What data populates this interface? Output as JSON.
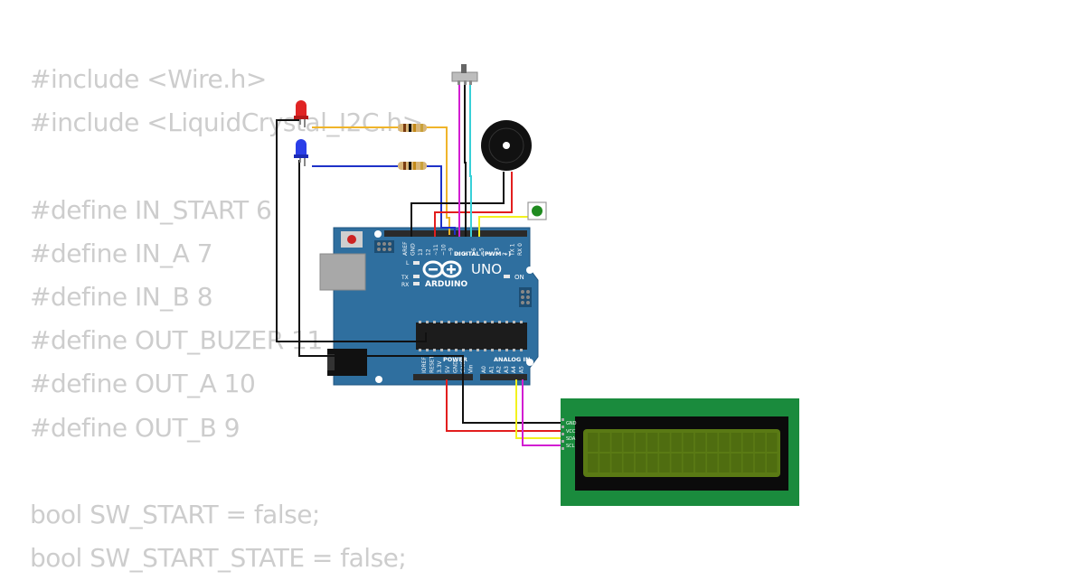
{
  "code_lines": [
    "#include <Wire.h>",
    "#include <LiquidCrystal_I2C.h>",
    "",
    "#define IN_START 6",
    "#define IN_A 7",
    "#define IN_B 8",
    "#define OUT_BUZER 11",
    "#define OUT_A 10",
    "#define OUT_B 9",
    "",
    "bool SW_START = false;",
    "bool SW_START_STATE = false;"
  ],
  "board": {
    "brand": "ARDUINO",
    "model": "UNO",
    "digital_label": "DIGITAL (PWM ~)",
    "power_label": "POWER",
    "analog_label": "ANALOG IN",
    "on_label": "ON",
    "l_label": "L",
    "tx_label": "TX",
    "rx_label": "RX",
    "top_pins": [
      "AREF",
      "GND",
      "13",
      "12",
      "~11",
      "~10",
      "~9",
      "8",
      "7",
      "~6",
      "~5",
      "4",
      "~3",
      "2",
      "TX 1",
      "RX 0"
    ],
    "power_pins": [
      "IOREF",
      "RESET",
      "3.3V",
      "5V",
      "GND",
      "GND",
      "Vin"
    ],
    "analog_pins": [
      "A0",
      "A1",
      "A2",
      "A3",
      "A4",
      "A5"
    ]
  },
  "lcd": {
    "pins": [
      "GND",
      "VCC",
      "SDA",
      "SCL"
    ]
  },
  "colors": {
    "board": "#2f6f9f",
    "lcd_pcb": "#1a8b3d",
    "lcd_screen": "#5a7a14",
    "wire_yellow": "#f0b42a",
    "wire_blue": "#1e32c8",
    "wire_red": "#e21e1e",
    "wire_black": "#111111",
    "wire_cyan": "#38d0d8",
    "wire_magenta": "#d21ed2",
    "wire_lemon": "#f2f21e"
  },
  "icons": [
    "red-led-icon",
    "blue-led-icon",
    "resistor-icon",
    "buzzer-icon",
    "slide-switch-icon",
    "push-button-icon",
    "arduino-logo-icon"
  ]
}
